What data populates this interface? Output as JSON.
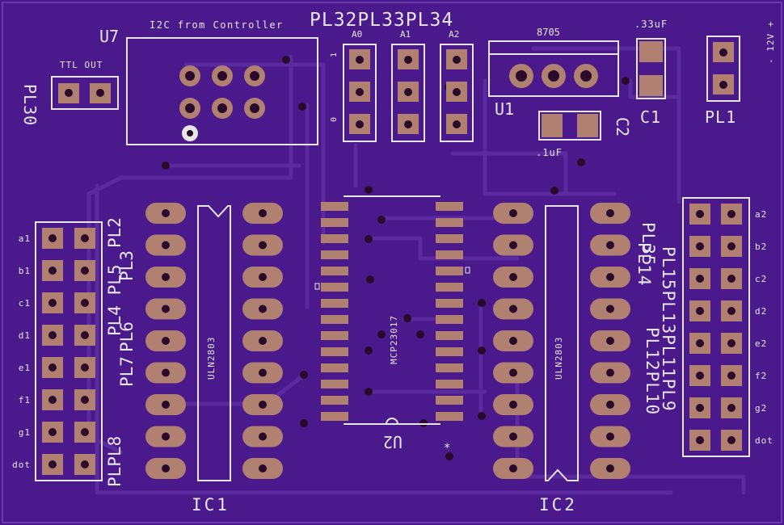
{
  "labels": {
    "u7": "U7",
    "i2c": "I2C from Controller",
    "plHeader": "PL32PL33PL34",
    "a0": "A0",
    "a1": "A1",
    "a2": "A2",
    "one": "1",
    "zero": "0",
    "reg": "8705",
    "cap1v": ".33uF",
    "u1": "U1",
    "c1": "C1",
    "pl1": "PL1",
    "v12": "- 12V +",
    "c2": "C2",
    "cap2v": ".1uF",
    "ttl": "TTL OUT",
    "pl30": "PL30",
    "uln1": "ULN2803",
    "uln2": "ULN2803",
    "mcp": "MCP23017",
    "u2": "U2",
    "ic1": "IC1",
    "ic2": "IC2",
    "pl35": "PL35",
    "pl14": "PL14",
    "rightStack": "PL15PL13PL11PL9",
    "rightStack2": "PL12PL10",
    "leftStack1": "PL2",
    "leftStack2": "PL3",
    "leftStack3": "PL4 PL5",
    "leftStack4": "PL6",
    "leftStack5": "PL7",
    "leftStack6": "PLPL8",
    "star": "*"
  },
  "leftPins": [
    "a1",
    "b1",
    "c1",
    "d1",
    "e1",
    "f1",
    "g1",
    "dot"
  ],
  "rightPins": [
    "a2",
    "b2",
    "c2",
    "d2",
    "e2",
    "f2",
    "g2",
    "dot"
  ]
}
